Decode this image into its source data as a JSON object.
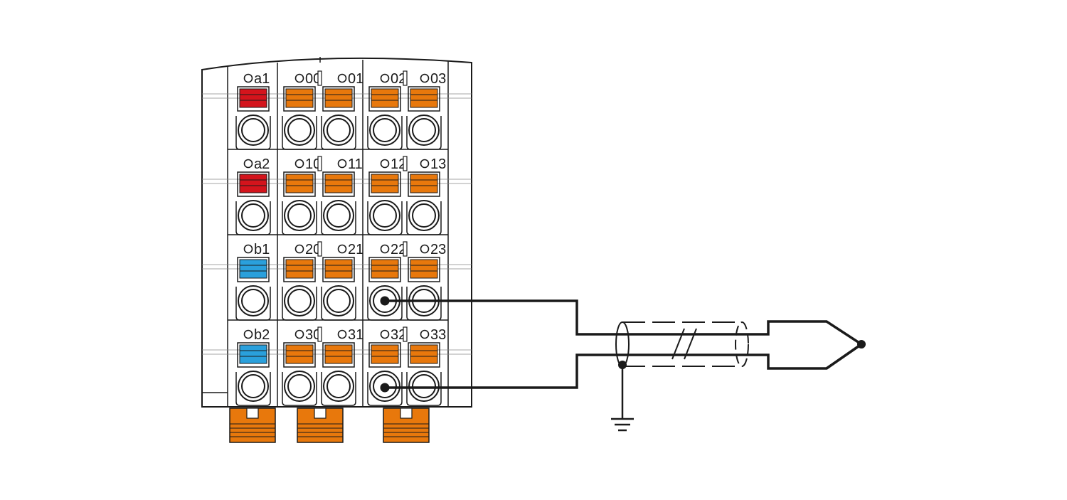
{
  "colors": {
    "outline": "#1a1a1a",
    "orange": "#e8780c",
    "red": "#d4141c",
    "blue": "#2aa0dc",
    "white": "#ffffff"
  },
  "terminal_block": {
    "rows": [
      {
        "potential_label": "a1",
        "potential_color": "red",
        "group1": [
          "00",
          "01"
        ],
        "group2": [
          "02",
          "03"
        ]
      },
      {
        "potential_label": "a2",
        "potential_color": "red",
        "group1": [
          "10",
          "11"
        ],
        "group2": [
          "12",
          "13"
        ]
      },
      {
        "potential_label": "b1",
        "potential_color": "blue",
        "group1": [
          "20",
          "21"
        ],
        "group2": [
          "22",
          "23"
        ]
      },
      {
        "potential_label": "b2",
        "potential_color": "blue",
        "group1": [
          "30",
          "31"
        ],
        "group2": [
          "32",
          "33"
        ]
      }
    ]
  },
  "connection": {
    "wired_terminals": [
      "22",
      "32"
    ],
    "cable": "shielded twisted pair",
    "shield": "grounded",
    "sensor": "thermocouple"
  }
}
